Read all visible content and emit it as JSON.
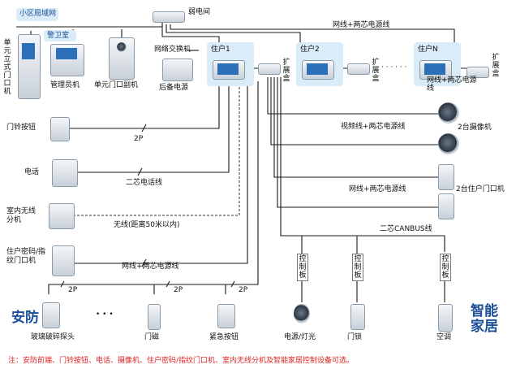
{
  "diagram": {
    "top": {
      "lan_title": "小区局域网",
      "weak_box": "弱电间",
      "switch": "网络交换机",
      "power": "后备电源",
      "guard_room": "警卫室",
      "manager": "管理员机",
      "unit_door_sub": "单元门口副机",
      "unit_door_main": "单元立式门口机",
      "net_power_top": "网线+两芯电源线",
      "households": [
        "住户1",
        "住户2",
        "住户N"
      ],
      "expansion_box": "扩展盒",
      "net_power_right": "网线+两芯电源线",
      "dots": "· · · · · ·"
    },
    "left_devices": [
      {
        "label": "门铃按钮",
        "cable": "2P"
      },
      {
        "label": "电话",
        "cable": "二芯电话线"
      },
      {
        "label": "室内无线分机",
        "cable": "无线(距离50米以内)"
      },
      {
        "label": "住户密码/指纹门口机",
        "cable": "网线+两芯电源线"
      }
    ],
    "right_devices": {
      "video_cable": "视频线+两芯电源线",
      "cameras": "2台摄像机",
      "net_cable": "网线+两芯电源线",
      "door_units": "2台住户门口机",
      "canbus": "二芯CANBUS线",
      "control": "控制板"
    },
    "bottom": {
      "security": "安防",
      "smart_home": "智能家居",
      "two_p": "2P",
      "dots": "• • •",
      "items": [
        "玻璃破碎探头",
        "门磁",
        "紧急按钮",
        "电源/灯光",
        "门锁",
        "空调"
      ]
    },
    "note": "注：安防前端、门铃按钮、电话、摄像机、住户密码/指纹门口机、室内无线分机及智能家居控制设备可选。"
  }
}
